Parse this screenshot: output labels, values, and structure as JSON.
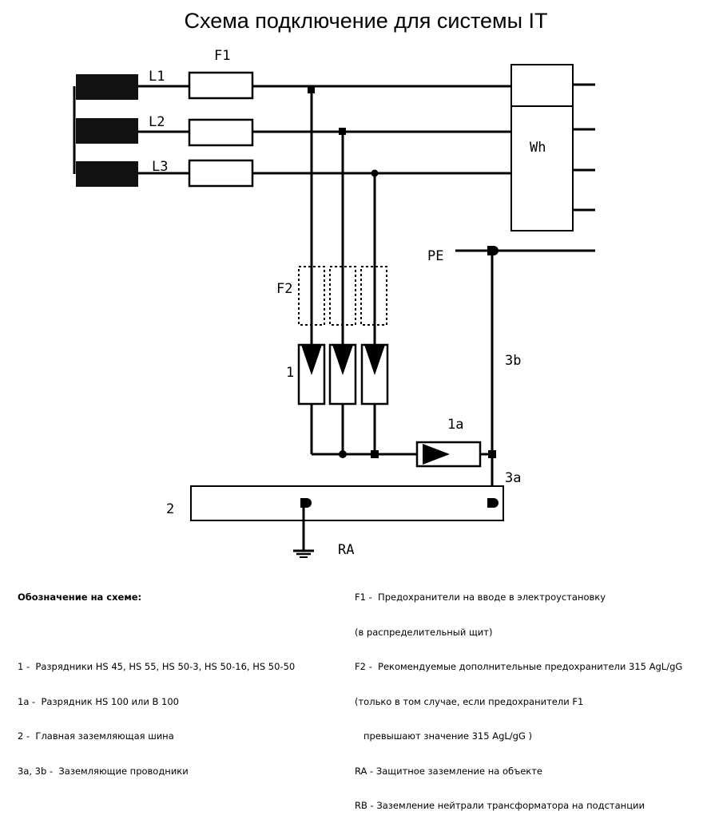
{
  "title": "Схема подключение для системы IT",
  "labels": {
    "F1": "F1",
    "L1": "L1",
    "L2": "L2",
    "L3": "L3",
    "Wh": "Wh",
    "PE": "PE",
    "F2": "F2",
    "arrester": "1",
    "arrester_1a": "1a",
    "conductor_3b": "3b",
    "conductor_3a": "3a",
    "busbar": "2",
    "RA": "RA"
  },
  "legend_left": {
    "heading": "Обозначение на схеме:",
    "items": [
      "1 -  Разрядники HS 45, HS 55, HS 50-3, HS 50-16, HS 50-50",
      "1a -  Разрядник HS 100 или B 100",
      "2 -  Главная заземляющая шина",
      "3a, 3b -  Заземляющие проводники"
    ]
  },
  "legend_right": {
    "items": [
      "F1 -  Предохранители на вводе в электроустановку",
      "(в распределительный щит)",
      "F2 -  Рекомендуемые дополнительные предохранители 315 AgL/gG",
      "(только в том случае, если предохранители F1",
      "   превышают значение 315 AgL/gG )",
      "RA - Защитное заземление на объекте",
      "RB - Заземление нейтрали трансформатора на подстанции"
    ]
  }
}
